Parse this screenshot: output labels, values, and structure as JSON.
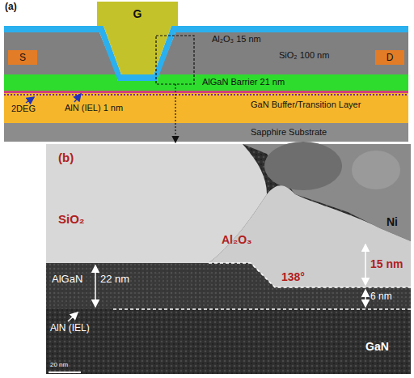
{
  "diagram": {
    "nodes": [
      {
        "text": [
          "G"
        ]
      },
      {
        "text": [
          "S"
        ]
      },
      {
        "text": [
          "D"
        ]
      },
      {
        "text": [
          "SiO₂ 100 nm"
        ]
      },
      {
        "text": [
          "AlGaN Barrier 21 nm"
        ]
      },
      {
        "text": [
          "GaN Buffer/Transition Layer"
        ]
      },
      {
        "text": [
          "Sapphire Substrate"
        ]
      }
    ],
    "labels": [
      "Al₂O₃ 15 nm",
      "2DEG",
      "AlN (IEL) 1 nm",
      "(a)",
      "(b)",
      "SiO₂",
      "Ni",
      "Al₂O₃",
      "AlGaN",
      "22 nm",
      "138°",
      "15 nm",
      "6 nm",
      "AlN (IEL)",
      "GaN",
      "20 nm"
    ]
  }
}
